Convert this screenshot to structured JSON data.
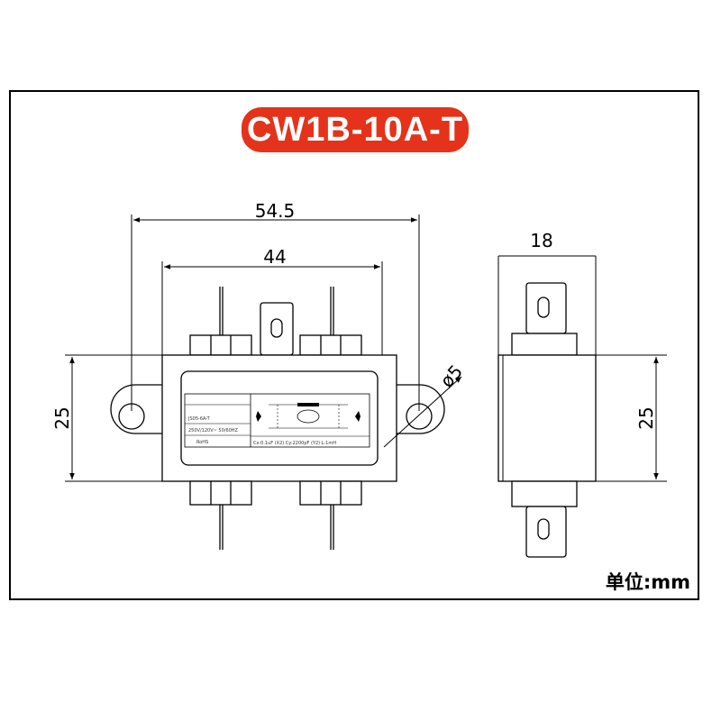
{
  "title": "CW1B-10A-T",
  "unit": "单位:mm",
  "dimensions": {
    "front_outer_width": "54.5",
    "front_body_width": "44",
    "front_height": "25",
    "mount_hole": "ø5",
    "side_width": "18",
    "side_height": "25"
  },
  "label_plate": {
    "model": "JS05-6A-T",
    "rating": "250V/120V~ 50/60HZ",
    "rohs": "RoHS",
    "components": "Cx:0.1uF (X2) Cy:2200pF (Y2) L:1mH"
  }
}
